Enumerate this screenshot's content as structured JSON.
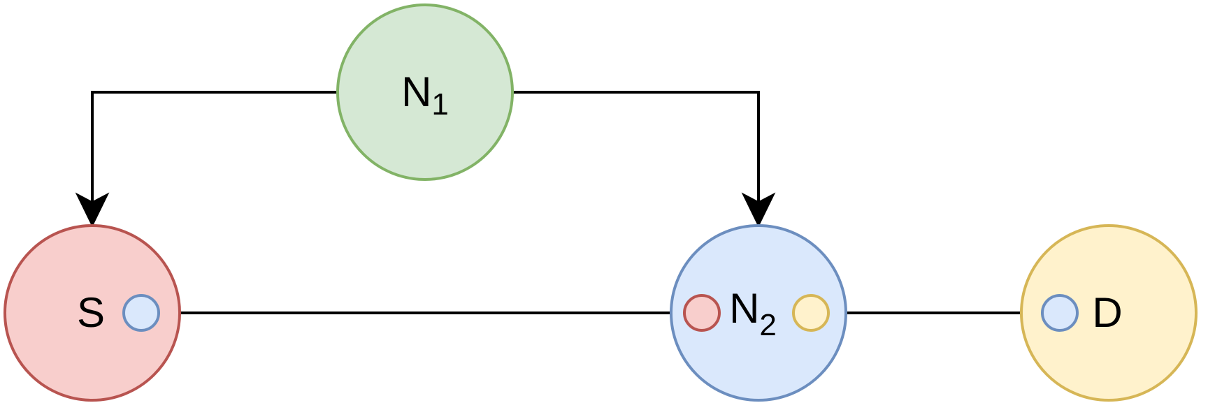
{
  "diagram": {
    "nodes": {
      "n1": {
        "label": "N",
        "subscript": "1",
        "fill": "#d5e8d4",
        "stroke": "#82b366"
      },
      "s": {
        "label": "S",
        "fill": "#f8cecc",
        "stroke": "#b85450"
      },
      "n2": {
        "label": "N",
        "subscript": "2",
        "fill": "#dae8fc",
        "stroke": "#6c8ebf"
      },
      "d": {
        "label": "D",
        "fill": "#fff2cc",
        "stroke": "#d6b656"
      }
    },
    "ports": [
      {
        "node": "s",
        "fill": "#dae8fc",
        "stroke": "#6c8ebf"
      },
      {
        "node": "n2",
        "fill": "#f8cecc",
        "stroke": "#b85450"
      },
      {
        "node": "n2",
        "fill": "#fff2cc",
        "stroke": "#d6b656"
      },
      {
        "node": "d",
        "fill": "#dae8fc",
        "stroke": "#6c8ebf"
      }
    ],
    "edges": [
      {
        "from": "n1",
        "to": "s",
        "arrow": true
      },
      {
        "from": "n1",
        "to": "n2",
        "arrow": true
      },
      {
        "from": "s",
        "to": "n2",
        "arrow": false
      },
      {
        "from": "n2",
        "to": "d",
        "arrow": false
      }
    ],
    "edge_color": "#000000"
  }
}
